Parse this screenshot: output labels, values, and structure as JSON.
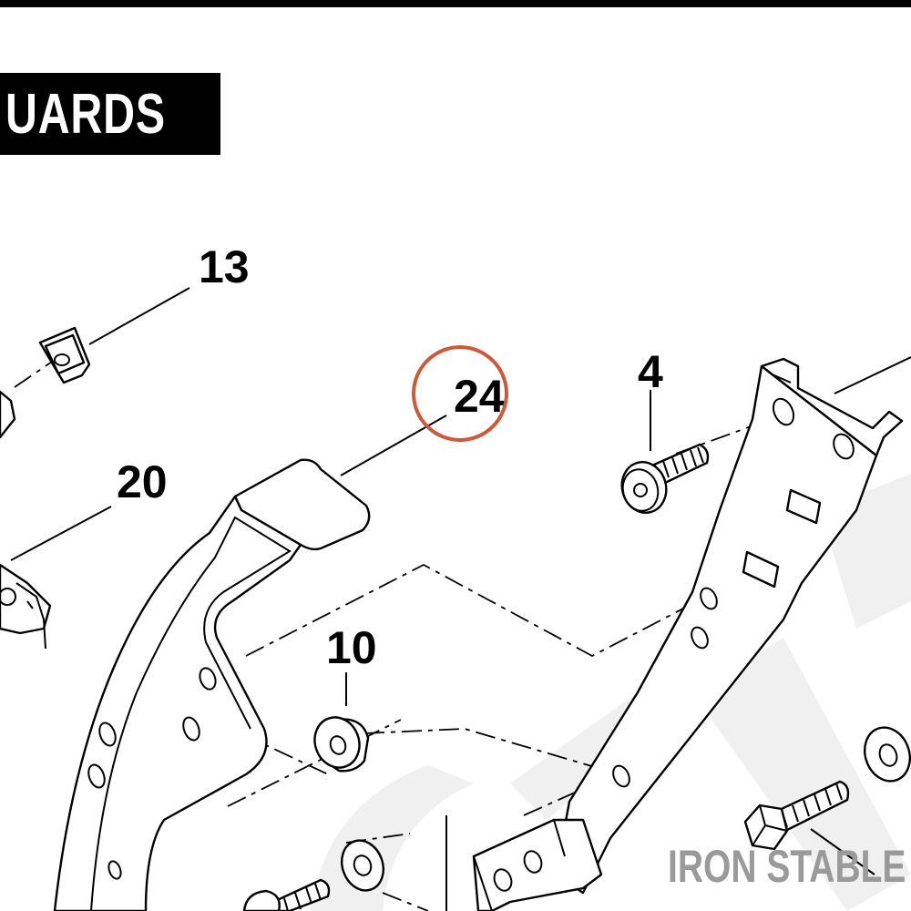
{
  "header": {
    "section_title": "UARDS"
  },
  "callouts": {
    "c13": "13",
    "c24": "24",
    "c4": "4",
    "c20": "20",
    "c10": "10"
  },
  "highlight": {
    "callout": "24",
    "color": "#cc5a3a"
  },
  "watermark": {
    "text": "IRON STABLE",
    "color": "#9a9a9a"
  }
}
